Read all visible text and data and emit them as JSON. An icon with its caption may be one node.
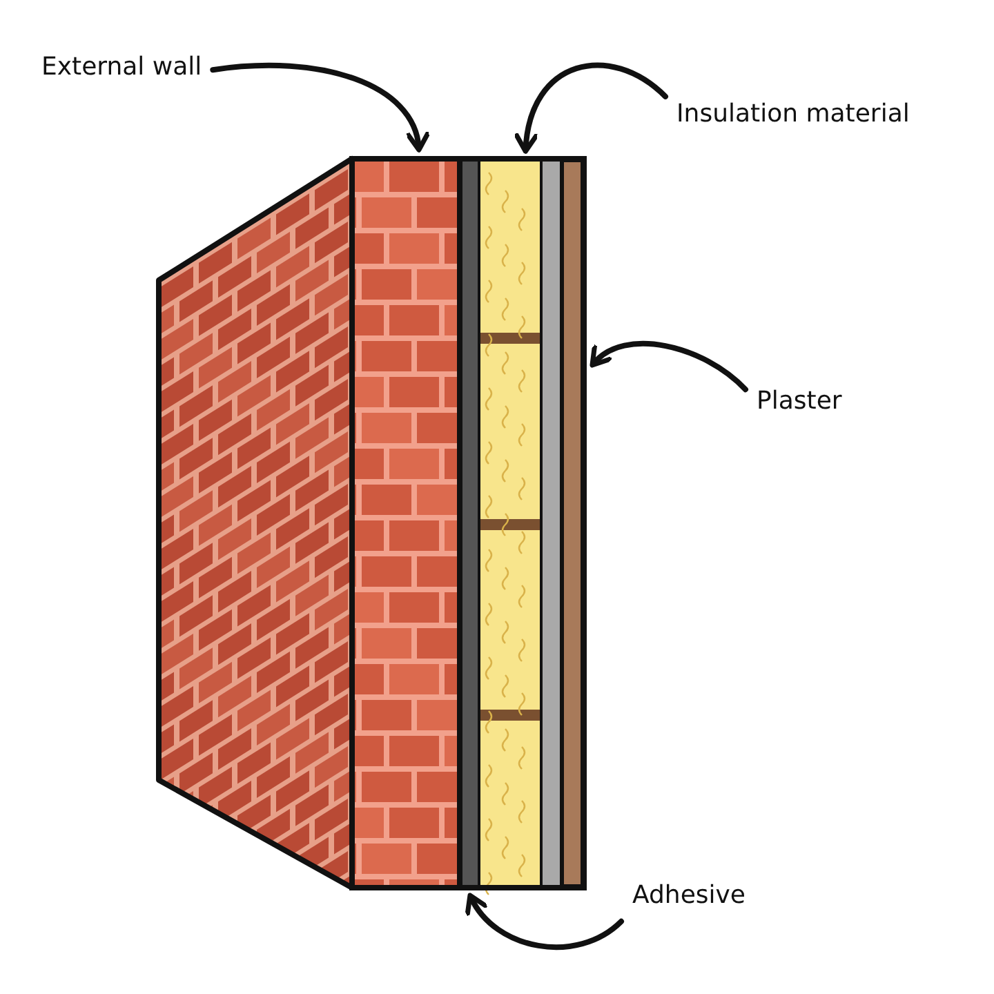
{
  "diagram": {
    "nodes": [
      {
        "text": [
          "External wall"
        ]
      },
      {
        "text": [],
        "shape": "box"
      },
      {
        "text": [
          "Insulation material"
        ]
      },
      {
        "text": [],
        "shape": "bar"
      },
      {
        "text": [
          "Plaster"
        ]
      },
      {
        "text": [],
        "shape": "bar"
      },
      {
        "text": [
          "Adhesive"
        ]
      },
      {
        "text": [],
        "shape": "bar"
      }
    ],
    "edges": [
      {
        "from": 0,
        "to": 1,
        "arrow": "to"
      },
      {
        "from": 2,
        "to": 5,
        "arrow": "to"
      },
      {
        "from": 4,
        "to": 7,
        "arrow": "to"
      },
      {
        "from": 6,
        "to": 3,
        "arrow": "to"
      }
    ]
  }
}
